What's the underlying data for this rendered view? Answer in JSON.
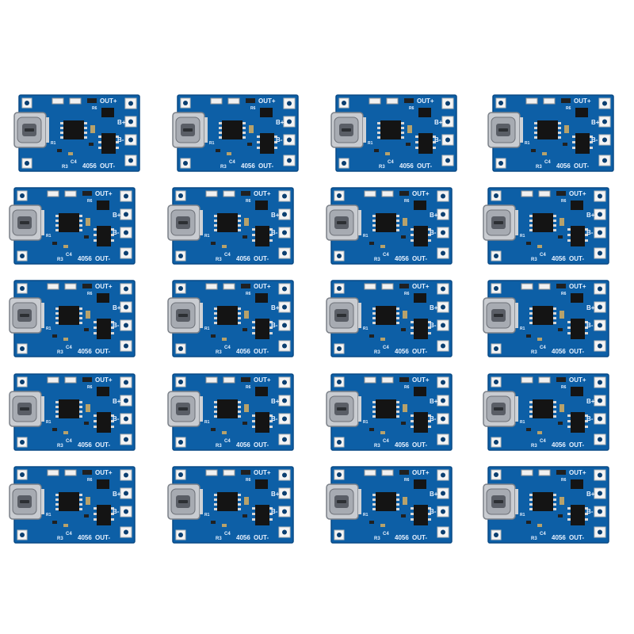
{
  "image": {
    "background": "#ffffff",
    "board_color": "#0d5fa6",
    "board_edge": "#0a4a85",
    "grid": {
      "rows": 5,
      "columns": 4,
      "count": 20
    },
    "board": {
      "labels": {
        "out_plus": "OUT+",
        "b_plus": "B+",
        "b_minus": "B-",
        "out_minus": "OUT-",
        "part_number": "4056",
        "r3": "R3",
        "c4": "C4",
        "r6": "R6",
        "r1": "R1"
      },
      "components": [
        "usb-c-connector",
        "charger-ic",
        "protection-ic",
        "mosfet",
        "leds",
        "solder-pads"
      ]
    }
  }
}
